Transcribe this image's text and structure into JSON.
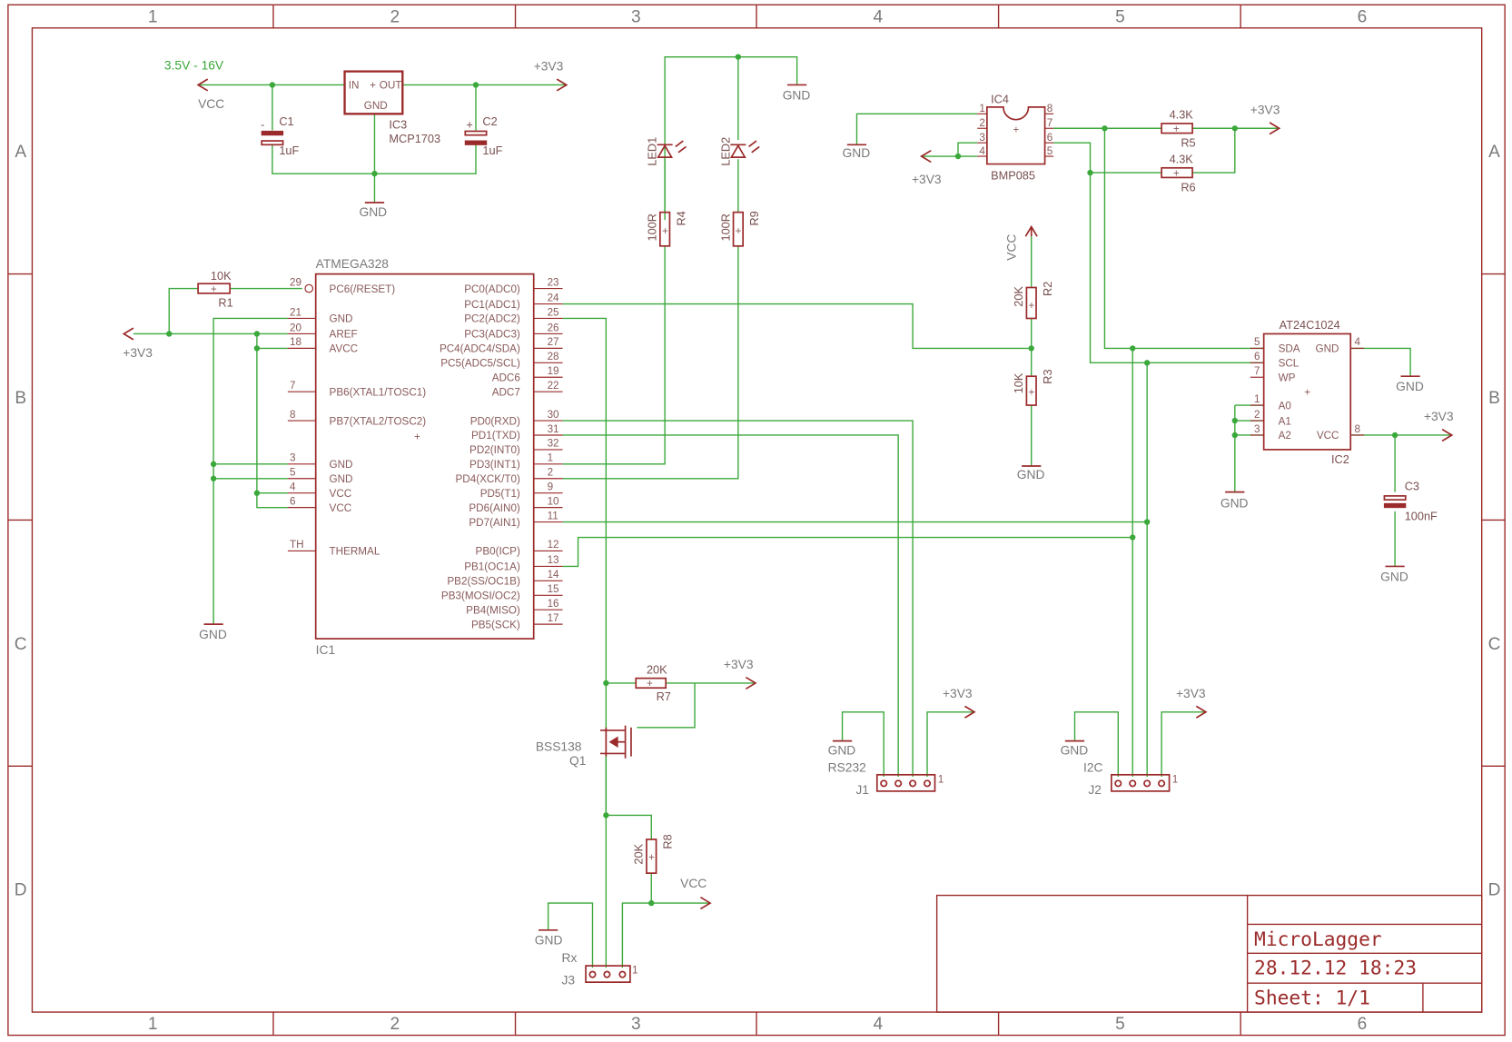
{
  "frame": {
    "columns": [
      "1",
      "2",
      "3",
      "4",
      "5",
      "6"
    ],
    "rows": [
      "A",
      "B",
      "C",
      "D"
    ]
  },
  "title_block": {
    "title": "MicroLagger",
    "datetime": "28.12.12 18:23",
    "sheet": "Sheet: 1/1"
  },
  "power": {
    "input_range": "3.5V - 16V",
    "vcc": "VCC",
    "v33": "+3V3",
    "gnd": "GND"
  },
  "regulator": {
    "ref": "IC3",
    "value": "MCP1703",
    "pin_in": "IN",
    "pin_out": "OUT",
    "pin_gnd": "GND",
    "c1_ref": "C1",
    "c1_val": "1uF",
    "c2_ref": "C2",
    "c2_val": "1uF"
  },
  "leds": {
    "led1": "LED1",
    "led2": "LED2",
    "r4_ref": "R4",
    "r4_val": "100R",
    "r9_ref": "R9",
    "r9_val": "100R"
  },
  "mcu": {
    "name": "ATMEGA328",
    "ref": "IC1",
    "r1_ref": "R1",
    "r1_val": "10K",
    "left_pins": [
      {
        "num": "29",
        "name": "PC6(/RESET)"
      },
      {
        "num": "21",
        "name": "GND"
      },
      {
        "num": "20",
        "name": "AREF"
      },
      {
        "num": "18",
        "name": "AVCC"
      },
      {
        "num": "7",
        "name": "PB6(XTAL1/TOSC1)"
      },
      {
        "num": "8",
        "name": "PB7(XTAL2/TOSC2)"
      },
      {
        "num": "3",
        "name": "GND"
      },
      {
        "num": "5",
        "name": "GND"
      },
      {
        "num": "4",
        "name": "VCC"
      },
      {
        "num": "6",
        "name": "VCC"
      },
      {
        "num": "TH",
        "name": "THERMAL"
      }
    ],
    "right_pins": [
      {
        "num": "23",
        "name": "PC0(ADC0)"
      },
      {
        "num": "24",
        "name": "PC1(ADC1)"
      },
      {
        "num": "25",
        "name": "PC2(ADC2)"
      },
      {
        "num": "26",
        "name": "PC3(ADC3)"
      },
      {
        "num": "27",
        "name": "PC4(ADC4/SDA)"
      },
      {
        "num": "28",
        "name": "PC5(ADC5/SCL)"
      },
      {
        "num": "19",
        "name": "ADC6"
      },
      {
        "num": "22",
        "name": "ADC7"
      },
      {
        "num": "30",
        "name": "PD0(RXD)"
      },
      {
        "num": "31",
        "name": "PD1(TXD)"
      },
      {
        "num": "32",
        "name": "PD2(INT0)"
      },
      {
        "num": "1",
        "name": "PD3(INT1)"
      },
      {
        "num": "2",
        "name": "PD4(XCK/T0)"
      },
      {
        "num": "9",
        "name": "PD5(T1)"
      },
      {
        "num": "10",
        "name": "PD6(AIN0)"
      },
      {
        "num": "11",
        "name": "PD7(AIN1)"
      },
      {
        "num": "12",
        "name": "PB0(ICP)"
      },
      {
        "num": "13",
        "name": "PB1(OC1A)"
      },
      {
        "num": "14",
        "name": "PB2(SS/OC1B)"
      },
      {
        "num": "15",
        "name": "PB3(MOSI/OC2)"
      },
      {
        "num": "16",
        "name": "PB4(MISO)"
      },
      {
        "num": "17",
        "name": "PB5(SCK)"
      }
    ]
  },
  "divider": {
    "r2_ref": "R2",
    "r2_val": "20K",
    "r3_ref": "R3",
    "r3_val": "10K"
  },
  "sensor": {
    "ref": "IC4",
    "name": "BMP085",
    "pins": [
      "1",
      "2",
      "3",
      "4",
      "8",
      "7",
      "6",
      "5"
    ],
    "r5_ref": "R5",
    "r5_val": "4.3K",
    "r6_ref": "R6",
    "r6_val": "4.3K"
  },
  "eeprom": {
    "name": "AT24C1024",
    "ref": "IC2",
    "left": [
      {
        "num": "5",
        "name": "SDA"
      },
      {
        "num": "6",
        "name": "SCL"
      },
      {
        "num": "7",
        "name": "WP"
      },
      {
        "num": "1",
        "name": "A0"
      },
      {
        "num": "2",
        "name": "A1"
      },
      {
        "num": "3",
        "name": "A2"
      }
    ],
    "right": [
      {
        "num": "4",
        "name": "GND"
      },
      {
        "num": "8",
        "name": "VCC"
      }
    ],
    "c3_ref": "C3",
    "c3_val": "100nF"
  },
  "level_shift": {
    "q_ref": "Q1",
    "q_val": "BSS138",
    "r7_ref": "R7",
    "r7_val": "20K",
    "r8_ref": "R8",
    "r8_val": "20K"
  },
  "connectors": {
    "j1_ref": "J1",
    "j1_name": "RS232",
    "j2_ref": "J2",
    "j2_name": "I2C",
    "j3_ref": "J3",
    "j3_name": "Rx",
    "pin1": "1"
  }
}
